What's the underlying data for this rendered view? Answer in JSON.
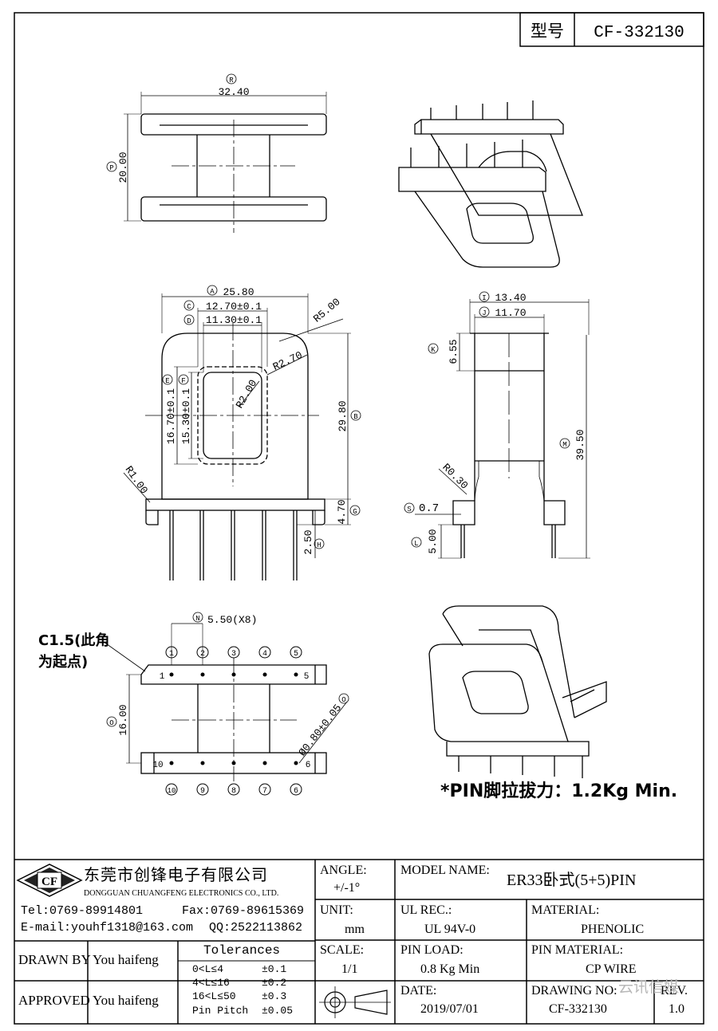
{
  "header": {
    "model_label": "型号",
    "model_value": "CF-332130"
  },
  "views": {
    "top": {
      "width": "32.40",
      "height": "20.00",
      "label_R": "R",
      "label_P": "P"
    },
    "front": {
      "A": "25.80",
      "C": "12.70±0.1",
      "D": "11.30±0.1",
      "R_outer": "R5.00",
      "R_inner": "R2.70",
      "R_win": "R2.00",
      "E": "16.70±0.1",
      "F": "15.30±0.1",
      "B": "29.80",
      "R1": "R1.00",
      "G": "4.70",
      "H": "2.50"
    },
    "side": {
      "I": "13.40",
      "J": "11.70",
      "K": "6.55",
      "M": "39.50",
      "R03": "R0.30",
      "S": "0.7",
      "L": "5.00"
    },
    "bottom": {
      "N": "5.50(X8)",
      "pitch_row": "16.00",
      "hole": "Ø0.80±0.05",
      "note_line1": "C1.5(此角",
      "note_line2": "为起点)",
      "pins_top": [
        "1",
        "2",
        "3",
        "4",
        "5"
      ],
      "pins_bottom": [
        "10",
        "9",
        "8",
        "7",
        "6"
      ]
    },
    "pin_force": "*PIN脚拉拔力：1.2Kg Min."
  },
  "title_block": {
    "company_cn": "东莞市创锋电子有限公司",
    "company_en": "DONGGUAN CHUANGFENG ELECTRONICS CO., LTD.",
    "logo": "CF",
    "tel": "Tel:0769-89914801",
    "fax": "Fax:0769-89615369",
    "email": "E-mail:youhf1318@163.com",
    "qq": "QQ:2522113862",
    "angle_label": "ANGLE:",
    "angle_value": "+/-1°",
    "unit_label": "UNIT:",
    "unit_value": "mm",
    "scale_label": "SCALE:",
    "scale_value": "1/1",
    "model_name_label": "MODEL NAME:",
    "model_name_value": "ER33卧式(5+5)PIN",
    "ul_label": "UL REC.:",
    "ul_value": "UL 94V-0",
    "material_label": "MATERIAL:",
    "material_value": "PHENOLIC",
    "pin_load_label": "PIN LOAD:",
    "pin_load_value": "0.8 Kg Min",
    "pin_material_label": "PIN MATERIAL:",
    "pin_material_value": "CP WIRE",
    "date_label": "DATE:",
    "date_value": "2019/07/01",
    "drawing_no_label": "DRAWING NO:",
    "drawing_no_value": "CF-332130",
    "rev_label": "REV.",
    "rev_value": "1.0",
    "drawn_by_label": "DRAWN BY",
    "drawn_by_value": "You haifeng",
    "approved_label": "APPROVED",
    "approved_value": "You haifeng",
    "tolerances_title": "Tolerances",
    "tolerances": [
      {
        "range": "0<L≤4",
        "tol": "±0.1"
      },
      {
        "range": "4<L≤16",
        "tol": "±0.2"
      },
      {
        "range": "16<L≤50",
        "tol": "±0.3"
      },
      {
        "range": "Pin Pitch",
        "tol": "±0.05"
      }
    ],
    "watermark": "云讯信媒"
  }
}
